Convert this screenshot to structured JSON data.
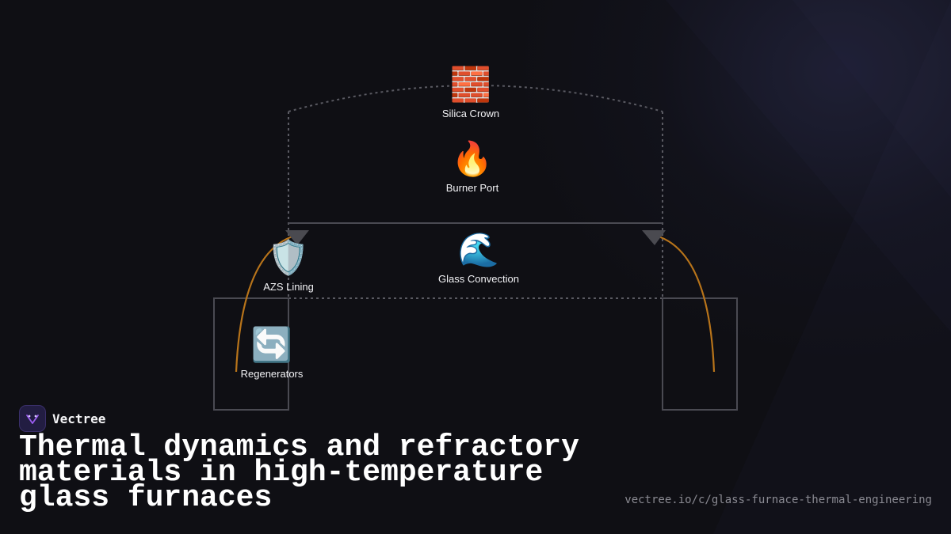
{
  "diagram": {
    "nodes": {
      "silica_crown": {
        "icon": "brick-icon",
        "glyph": "🧱",
        "label": "Silica Crown"
      },
      "burner_port": {
        "icon": "fire-icon",
        "glyph": "🔥",
        "label": "Burner Port"
      },
      "azs_lining": {
        "icon": "shield-icon",
        "glyph": "🛡️",
        "label": "AZS Lining"
      },
      "glass_convection": {
        "icon": "wave-icon",
        "glyph": "🌊",
        "label": "Glass Convection"
      },
      "regenerators": {
        "icon": "cycle-arrows-icon",
        "glyph": "🔄",
        "label": "Regenerators"
      }
    },
    "colors": {
      "outline": "#4a4a52",
      "dotted": "#5a5a62",
      "flow_arrow": "#b8741a",
      "arrow_head": "#4a4a50"
    }
  },
  "brand": {
    "name": "Vectree",
    "logo_icon": "vectree-logo-icon"
  },
  "title": "Thermal dynamics and refractory materials in high-temperature glass furnaces",
  "url": "vectree.io/c/glass-furnace-thermal-engineering"
}
